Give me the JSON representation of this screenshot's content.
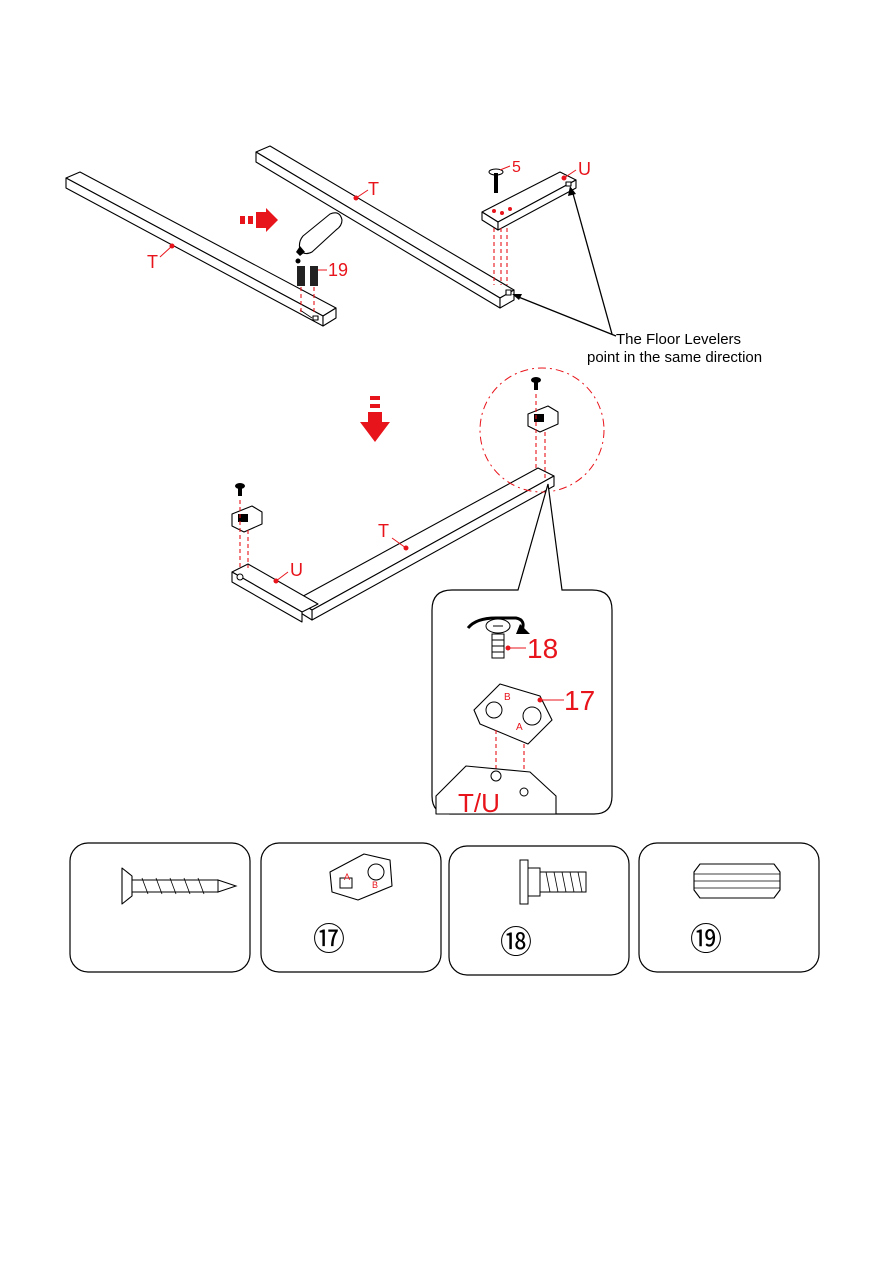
{
  "labels": {
    "T_left": "T",
    "T_right": "T",
    "T_bottom": "T",
    "U_top": "U",
    "U_bottom": "U",
    "part_5": "5",
    "part_19": "19",
    "detail_18": "18",
    "detail_17": "17",
    "detail_TU": "T/U",
    "bracket_A": "A",
    "bracket_B": "B"
  },
  "note": {
    "line1": "The Floor Levelers",
    "line2": "point in the same direction"
  },
  "hardware": [
    {
      "name": "screw",
      "number": ""
    },
    {
      "name": "bracket",
      "number": "⑰"
    },
    {
      "name": "bolt",
      "number": "⑱"
    },
    {
      "name": "dowel",
      "number": "⑲"
    }
  ],
  "colors": {
    "accent": "#e8141b",
    "line": "#000000"
  }
}
